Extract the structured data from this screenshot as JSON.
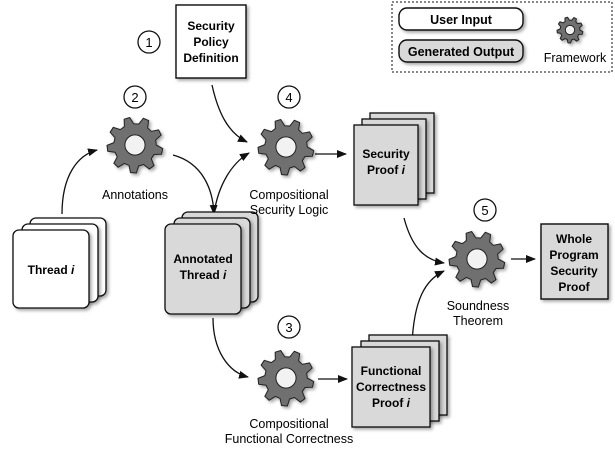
{
  "legend": {
    "user_input": "User Input",
    "generated_output": "Generated Output",
    "framework": "Framework"
  },
  "steps": {
    "s1": "1",
    "s2": "2",
    "s3": "3",
    "s4": "4",
    "s5": "5"
  },
  "nodes": {
    "security_policy": [
      "Security",
      "Policy",
      "Definition"
    ],
    "thread": [
      "Thread",
      "i"
    ],
    "annotated_thread": [
      "Annotated",
      "Thread",
      "i"
    ],
    "security_proof": [
      "Security",
      "Proof",
      "i"
    ],
    "functional_proof": [
      "Functional",
      "Correctness",
      "Proof",
      "i"
    ],
    "whole_program_proof": [
      "Whole",
      "Program",
      "Security",
      "Proof"
    ]
  },
  "frameworks": {
    "annotations": "Annotations",
    "compositional_security_logic": [
      "Compositional",
      "Security Logic"
    ],
    "compositional_functional_correctness": [
      "Compositional",
      "Functional Correctness"
    ],
    "soundness_theorem": [
      "Soundness",
      "Theorem"
    ]
  },
  "colors": {
    "stroke": "#111111",
    "user_input_fill": "#ffffff",
    "generated_fill": "#d9d9d9",
    "gear_fill": "#6f6f6f",
    "gear_hole": "#f2f2f2"
  }
}
